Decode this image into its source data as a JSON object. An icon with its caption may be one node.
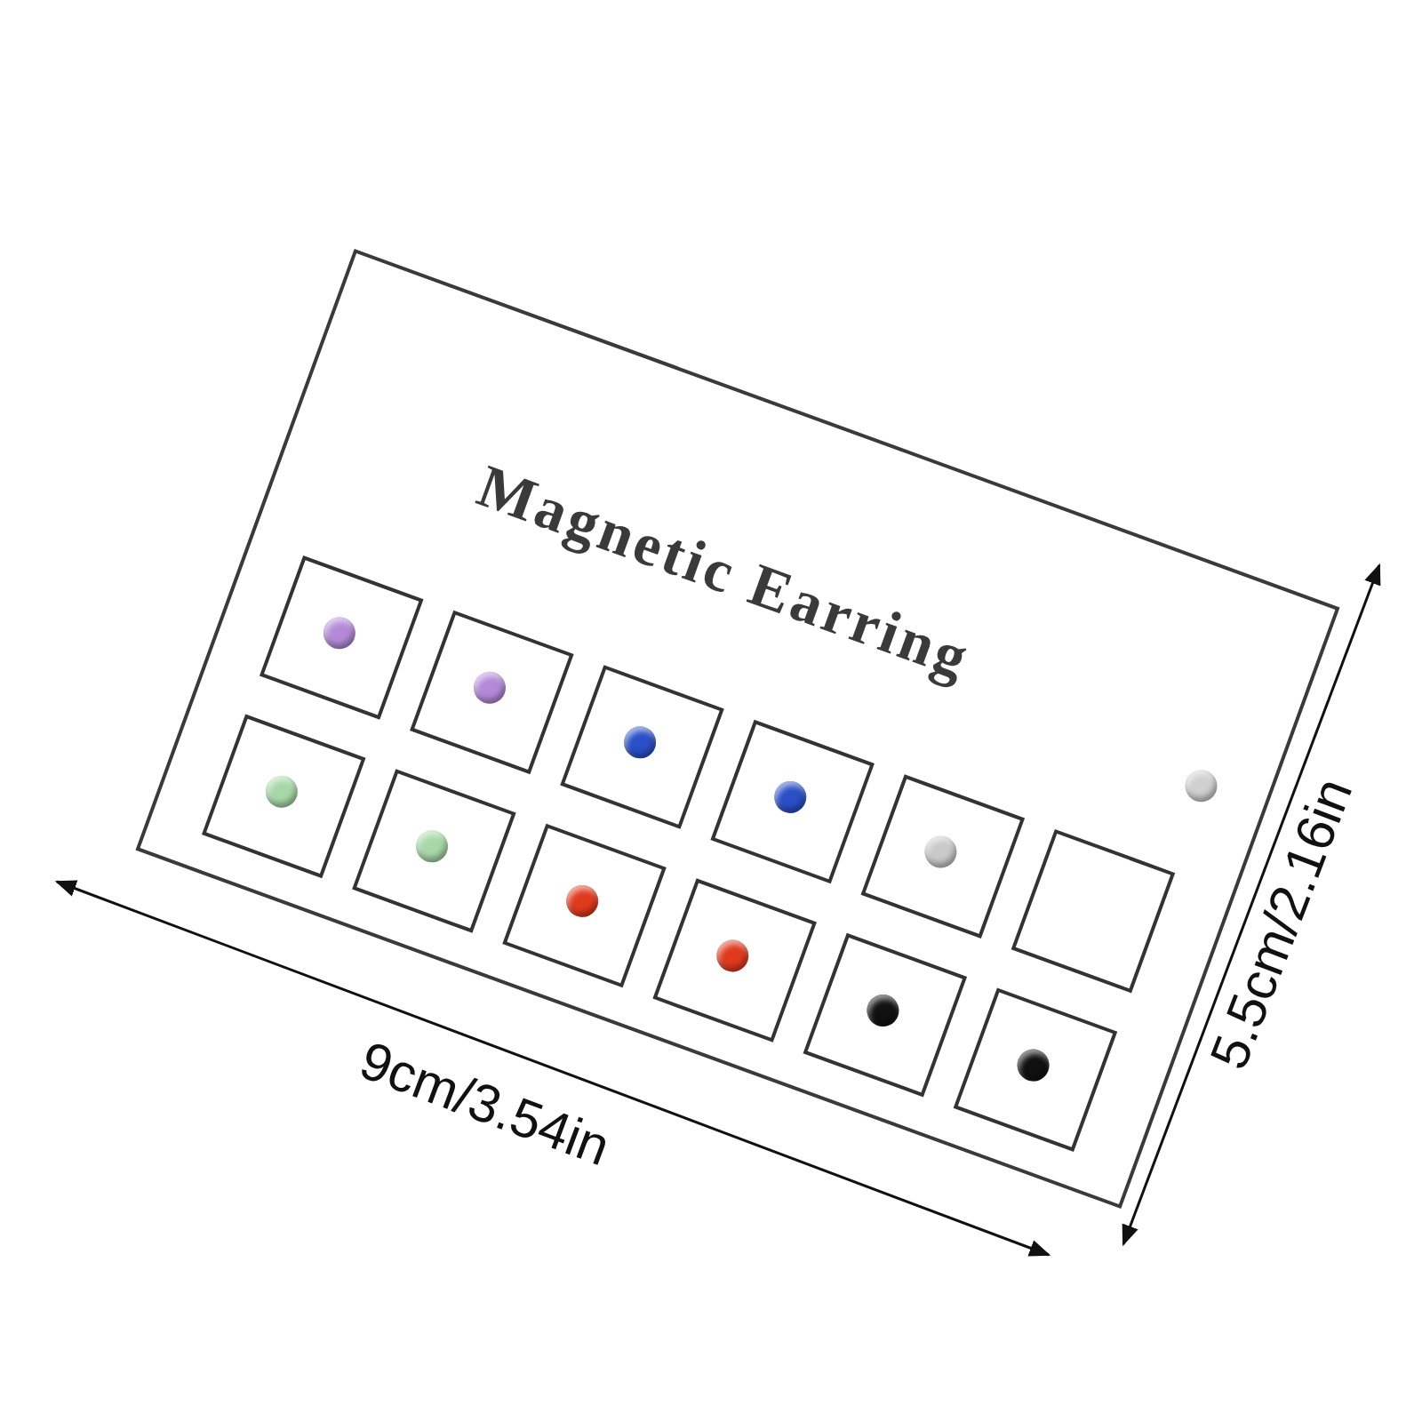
{
  "diagram": {
    "labels": [
      "Magnetic Earring",
      "9cm/3.54in",
      "5.5cm/2.16in"
    ]
  }
}
